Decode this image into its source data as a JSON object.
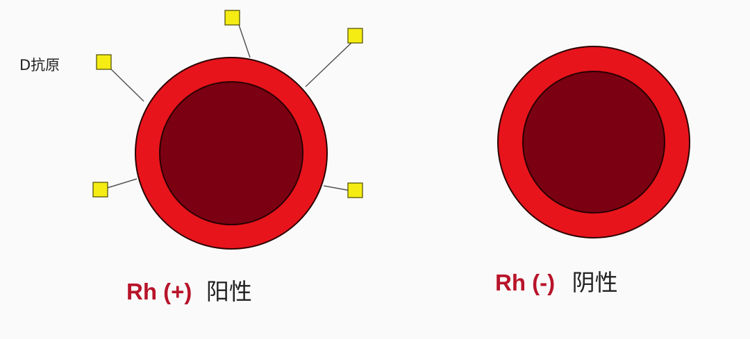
{
  "antigen_label": "D抗原",
  "colors": {
    "membrane": "#e8141c",
    "membrane_outline": "#2a0000",
    "cytoplasm": "#7a0012",
    "antigen_fill": "#f4ec13",
    "antigen_outline": "#4a4a00",
    "label_code": "#b8142a",
    "label_word": "#222222",
    "stalk": "#555555"
  },
  "cells": [
    {
      "rh_code": "Rh (+)",
      "rh_word": "阳性",
      "antigen_count": 5
    },
    {
      "rh_code": "Rh (-)",
      "rh_word": "阴性",
      "antigen_count": 0
    }
  ]
}
